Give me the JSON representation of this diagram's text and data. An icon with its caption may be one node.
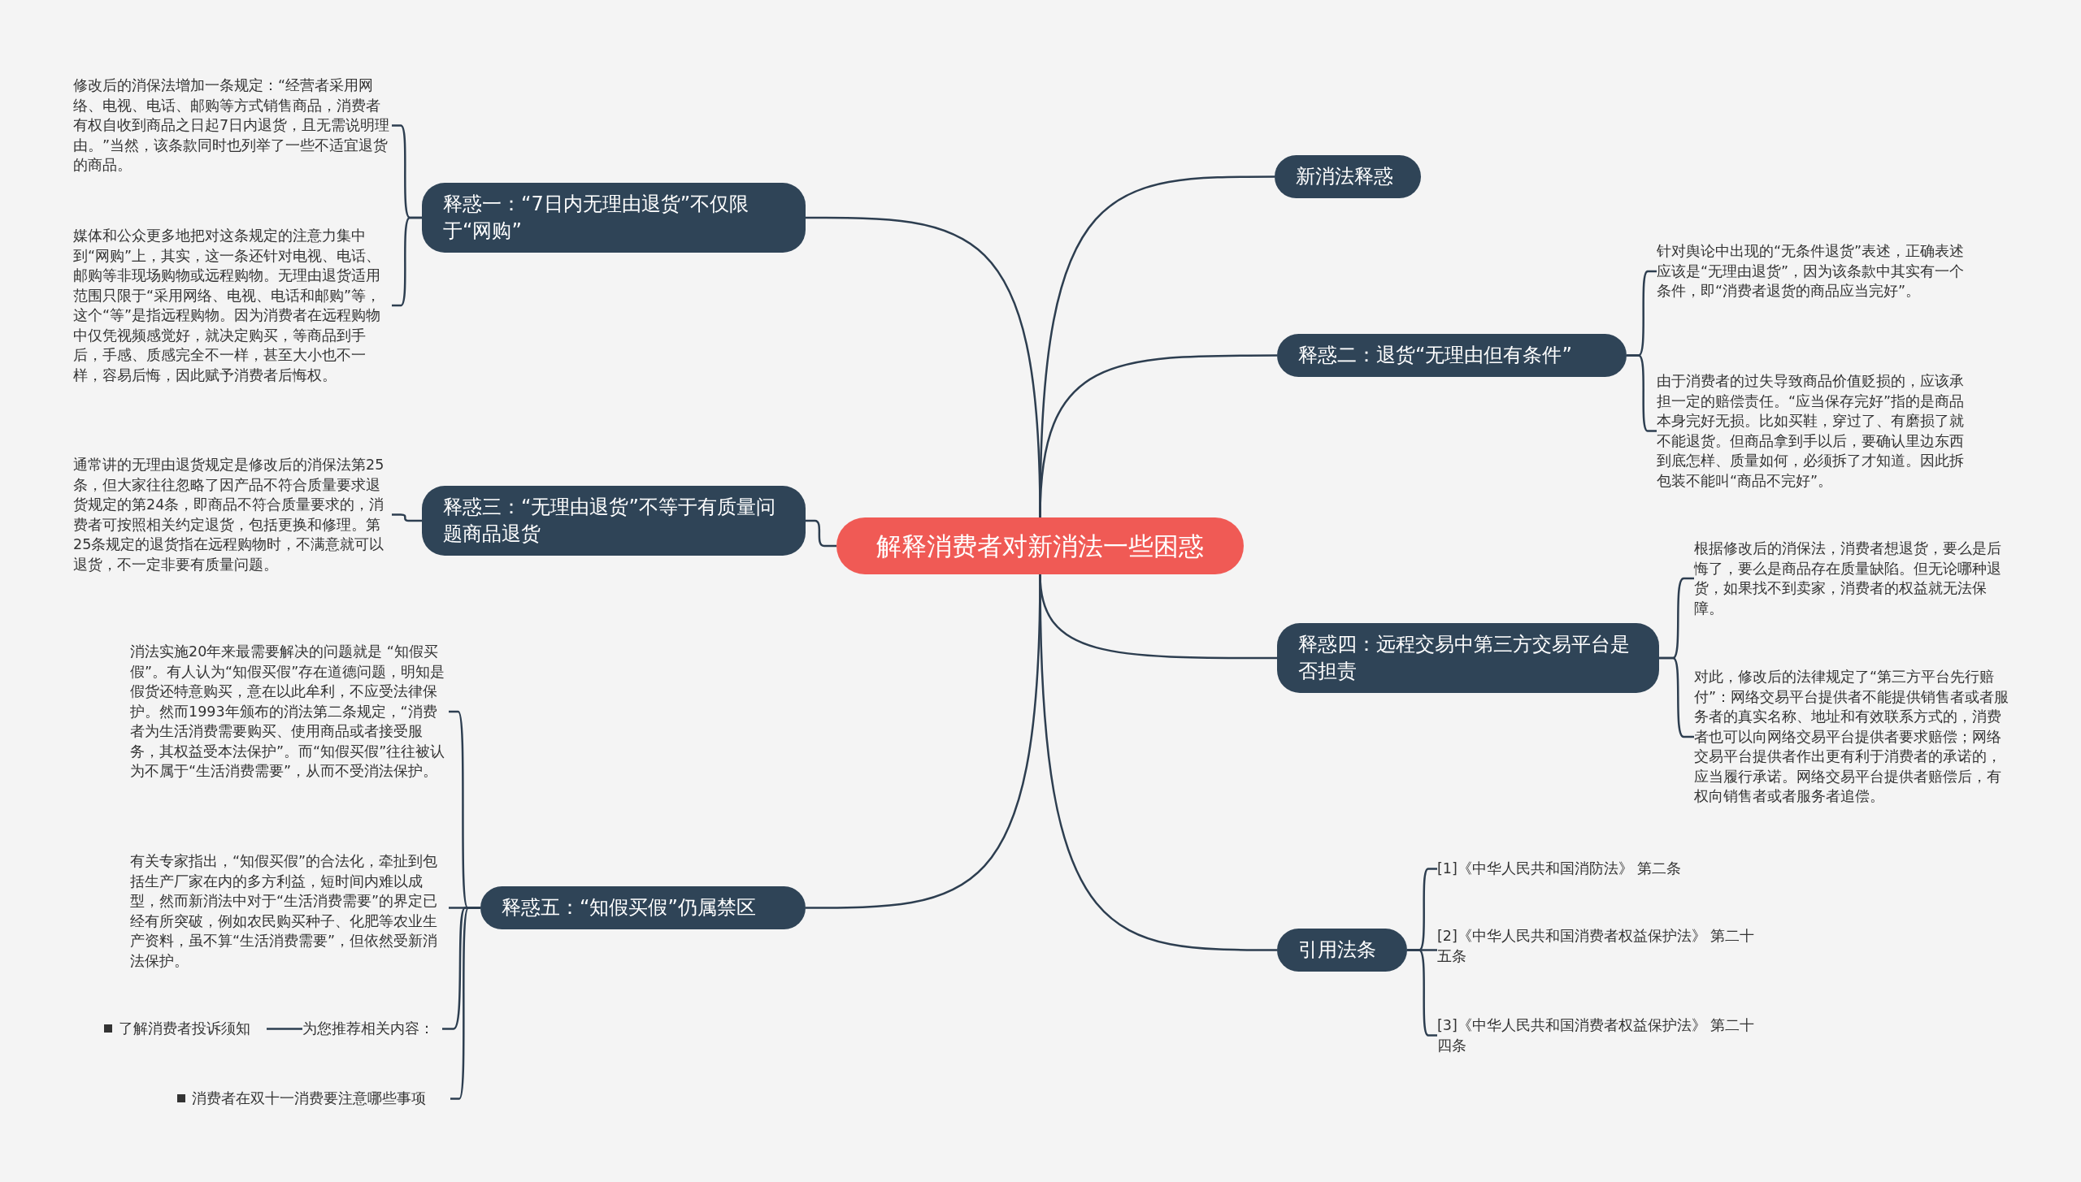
{
  "diagram": {
    "nodes": [
      {
        "text": [
          "解释消费者对新消法一些困惑"
        ]
      },
      {
        "text": [
          "新消法释惑"
        ]
      },
      {
        "text": [
          "释惑二：退货“无理由但有条件”"
        ]
      },
      {
        "text": [
          "释惑四：远程交易中第三方交易平台是否担责"
        ]
      },
      {
        "text": [
          "引用法条"
        ]
      },
      {
        "text": [
          "释惑一：“7日内无理由退货”不仅限于“网购”"
        ]
      },
      {
        "text": [
          "释惑三：“无理由退货”不等于有质量问题商品退货"
        ]
      },
      {
        "text": [
          "释惑五：“知假买假”仍属禁区"
        ]
      },
      {
        "text": [
          "修改后的消保法增加一条规定：“经营者采用网络、电视、电话、邮购等方式销售商品，消费者有权自收到商品之日起7日内退货，且无需说明理由。”当然，该条款同时也列举了一些不适宜退货的商品。"
        ]
      },
      {
        "text": [
          "媒体和公众更多地把对这条规定的注意力集中到“网购”上，其实，这一条还针对电视、电话、邮购等非现场购物或远程购物。无理由退货适用范围只限于“采用网络、电视、电话和邮购”等，这个“等”是指远程购物。因为消费者在远程购物中仅凭视频感觉好，就决定购买，等商品到手后，手感、质感完全不一样，甚至大小也不一样，容易后悔，因此赋予消费者后悔权。"
        ]
      },
      {
        "text": [
          "通常讲的无理由退货规定是修改后的消保法第25条，但大家往往忽略了因产品不符合质量要求退货规定的第24条，即商品不符合质量要求的，消费者可按照相关约定退货，包括更换和修理。第25条规定的退货指在远程购物时，不满意就可以退货，不一定非要有质量问题。"
        ]
      },
      {
        "text": [
          "消法实施20年来最需要解决的问题就是 “知假买假”。有人认为“知假买假”存在道德问题，明知是假货还特意购买，意在以此牟利，不应受法律保护。然而1993年颁布的消法第二条规定，“消费者为生活消费需要购买、使用商品或者接受服务，其权益受本法保护”。而“知假买假”往往被认为不属于“生活消费需要”，从而不受消法保护。"
        ]
      },
      {
        "text": [
          "有关专家指出，“知假买假”的合法化，牵扯到包括生产厂家在内的多方利益，短时间内难以成型，然而新消法中对于“生活消费需要”的界定已经有所突破，例如农民购买种子、化肥等农业生产资料，虽不算“生活消费需要”，但依然受新消法保护。"
        ]
      },
      {
        "text": [
          "为您推荐相关内容："
        ]
      },
      {
        "text": [
          "了解消费者投诉须知"
        ]
      },
      {
        "text": [
          "消费者在双十一消费要注意哪些事项"
        ]
      },
      {
        "text": [
          "针对舆论中出现的“无条件退货”表述，正确表述应该是“无理由退货”，因为该条款中其实有一个条件，即“消费者退货的商品应当完好”。"
        ]
      },
      {
        "text": [
          "由于消费者的过失导致商品价值贬损的，应该承担一定的赔偿责任。“应当保存完好”指的是商品本身完好无损。比如买鞋，穿过了、有磨损了就不能退货。但商品拿到手以后，要确认里边东西到底怎样、质量如何，必须拆了才知道。因此拆包装不能叫“商品不完好”。"
        ]
      },
      {
        "text": [
          "根据修改后的消保法，消费者想退货，要么是后悔了，要么是商品存在质量缺陷。但无论哪种退货，如果找不到卖家，消费者的权益就无法保障。"
        ]
      },
      {
        "text": [
          "对此，修改后的法律规定了“第三方平台先行赔付”：网络交易平台提供者不能提供销售者或者服务者的真实名称、地址和有效联系方式的，消费者也可以向网络交易平台提供者要求赔偿；网络交易平台提供者作出更有利于消费者的承诺的，应当履行承诺。网络交易平台提供者赔偿后，有权向销售者或者服务者追偿。"
        ]
      },
      {
        "text": [
          "[1]《中华人民共和国消防法》 第二条"
        ]
      },
      {
        "text": [
          "[2]《中华人民共和国消费者权益保护法》 第二十五条"
        ]
      },
      {
        "text": [
          "[3]《中华人民共和国消费者权益保护法》 第二十四条"
        ]
      }
    ],
    "edges": [
      {
        "from": 0,
        "to": 1,
        "arrow": "none"
      },
      {
        "from": 0,
        "to": 2,
        "arrow": "none"
      },
      {
        "from": 0,
        "to": 3,
        "arrow": "none"
      },
      {
        "from": 0,
        "to": 4,
        "arrow": "none"
      },
      {
        "from": 0,
        "to": 5,
        "arrow": "none"
      },
      {
        "from": 0,
        "to": 6,
        "arrow": "none"
      },
      {
        "from": 0,
        "to": 7,
        "arrow": "none"
      },
      {
        "from": 5,
        "to": 8,
        "arrow": "none"
      },
      {
        "from": 5,
        "to": 9,
        "arrow": "none"
      },
      {
        "from": 6,
        "to": 10,
        "arrow": "none"
      },
      {
        "from": 7,
        "to": 11,
        "arrow": "none"
      },
      {
        "from": 7,
        "to": 12,
        "arrow": "none"
      },
      {
        "from": 7,
        "to": 13,
        "arrow": "none"
      },
      {
        "from": 13,
        "to": 14,
        "arrow": "none"
      },
      {
        "from": 7,
        "to": 15,
        "arrow": "none"
      },
      {
        "from": 2,
        "to": 16,
        "arrow": "none"
      },
      {
        "from": 2,
        "to": 17,
        "arrow": "none"
      },
      {
        "from": 3,
        "to": 18,
        "arrow": "none"
      },
      {
        "from": 3,
        "to": 19,
        "arrow": "none"
      },
      {
        "from": 4,
        "to": 20,
        "arrow": "none"
      },
      {
        "from": 4,
        "to": 21,
        "arrow": "none"
      },
      {
        "from": 4,
        "to": 22,
        "arrow": "none"
      }
    ]
  }
}
